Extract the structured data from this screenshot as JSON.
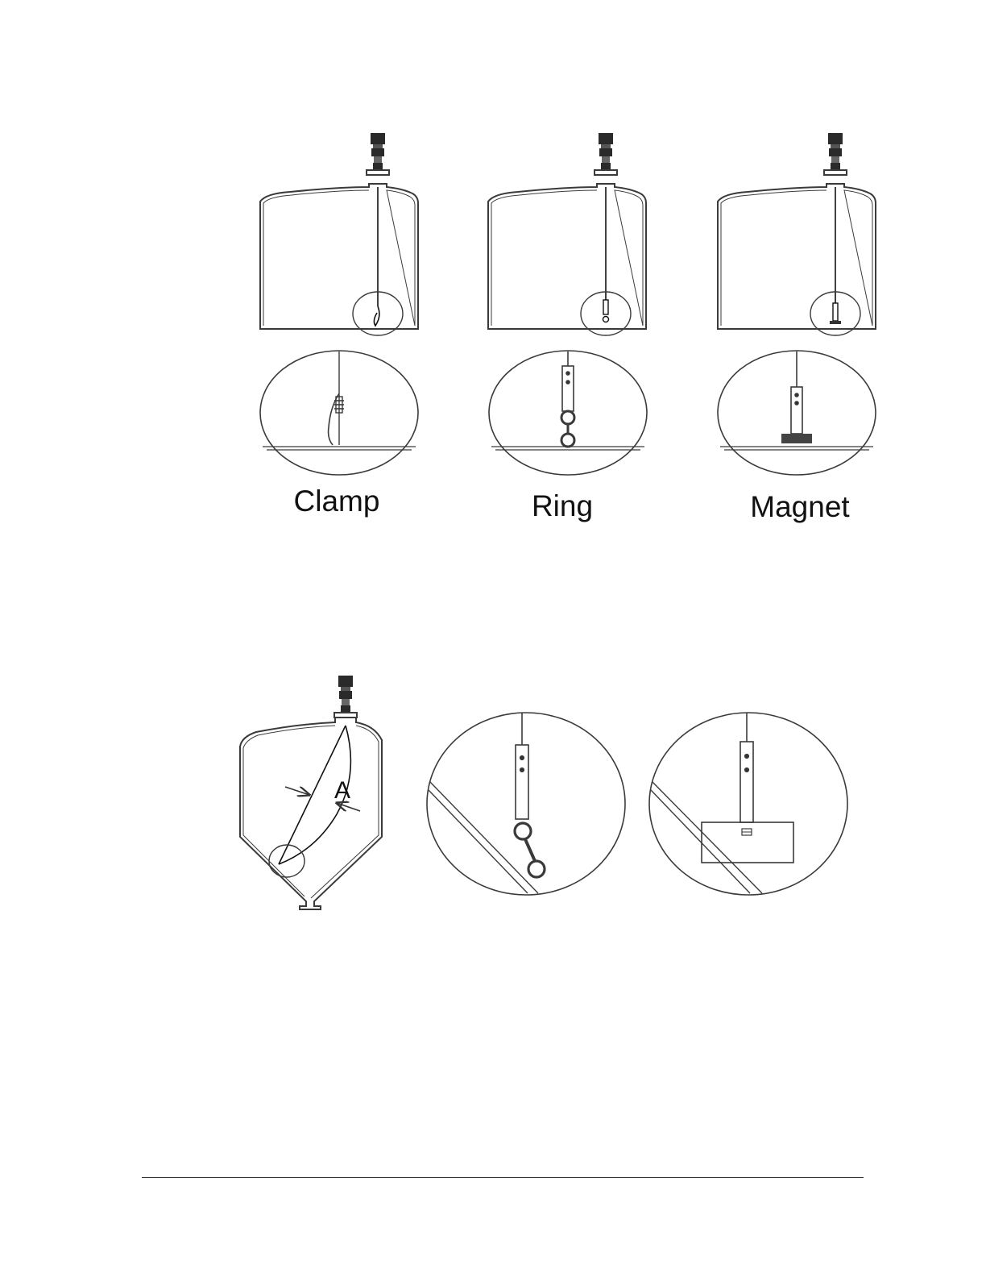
{
  "figure_1": {
    "labels": {
      "clamp": "Clamp",
      "ring": "Ring",
      "magnet": "Magnet"
    }
  },
  "figure_2": {
    "labels": {
      "offset": "A"
    }
  },
  "colors": {
    "line": "#3a3a3a",
    "text": "#111111"
  }
}
